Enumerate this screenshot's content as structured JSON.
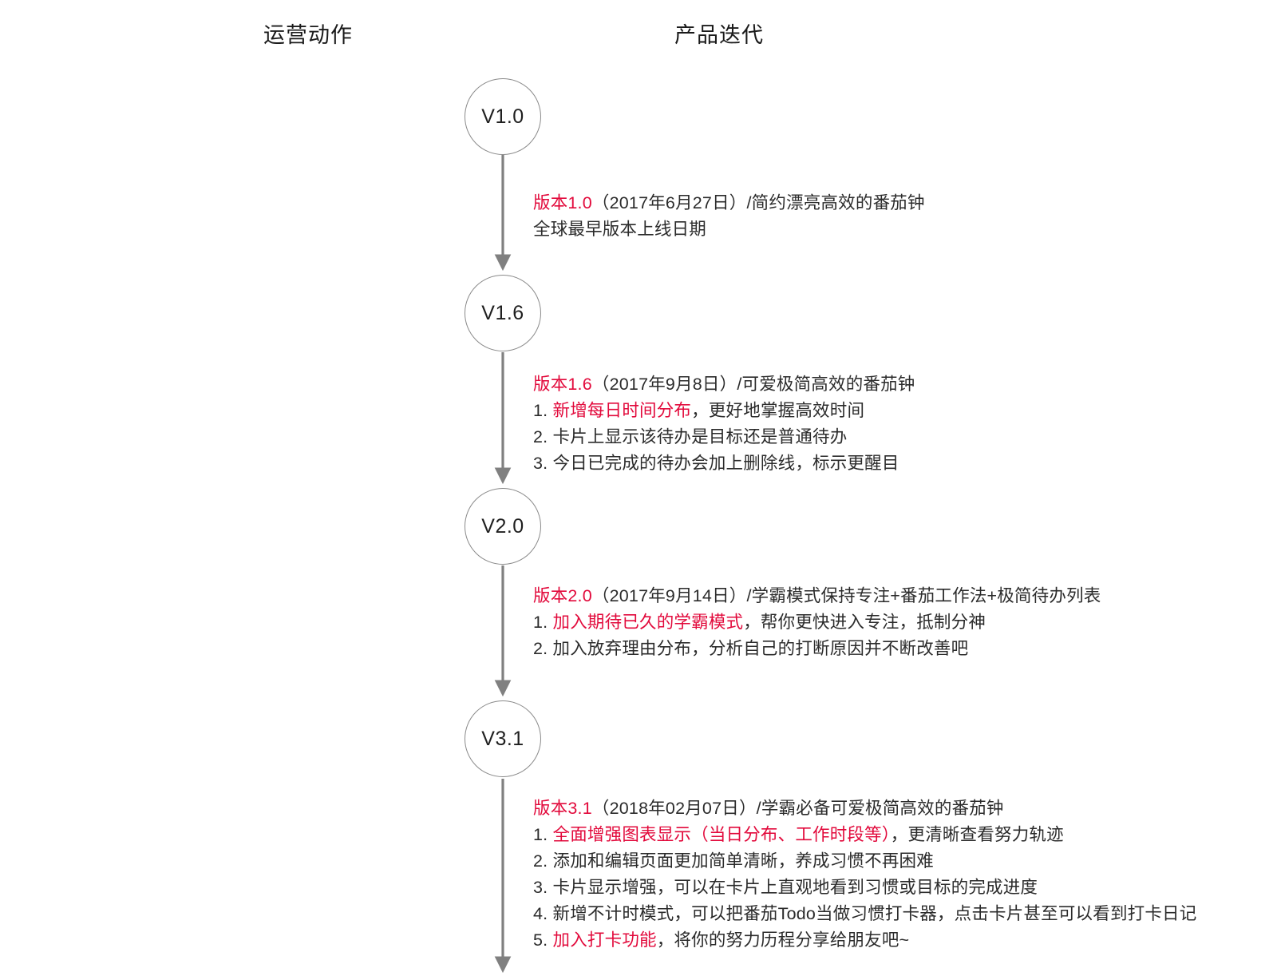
{
  "headers": {
    "operations": "运营动作",
    "product": "产品迭代"
  },
  "theme": {
    "highlight_color": "#e2093b",
    "text_color": "#2b2b2b",
    "node_border_color": "#8a8a8a",
    "arrow_color": "#808080",
    "background": "#ffffff"
  },
  "nodes": [
    {
      "label": "V1.0"
    },
    {
      "label": "V1.6"
    },
    {
      "label": "V2.0"
    },
    {
      "label": "V3.1"
    }
  ],
  "releases": [
    {
      "version": "V1.0",
      "title_highlight": "版本1.0",
      "title_rest": "（2017年6月27日）/简约漂亮高效的番茄钟",
      "items": [
        {
          "index": "",
          "highlight": "",
          "rest": "全球最早版本上线日期"
        }
      ]
    },
    {
      "version": "V1.6",
      "title_highlight": "版本1.6",
      "title_rest": "（2017年9月8日）/可爱极简高效的番茄钟",
      "items": [
        {
          "index": "1.",
          "highlight": "新增每日时间分布",
          "rest": "，更好地掌握高效时间"
        },
        {
          "index": "2.",
          "highlight": "",
          "rest": "卡片上显示该待办是目标还是普通待办"
        },
        {
          "index": "3.",
          "highlight": "",
          "rest": "今日已完成的待办会加上删除线，标示更醒目"
        }
      ]
    },
    {
      "version": "V2.0",
      "title_highlight": "版本2.0",
      "title_rest": "（2017年9月14日）/学霸模式保持专注+番茄工作法+极简待办列表",
      "items": [
        {
          "index": "1.",
          "highlight": "加入期待已久的学霸模式",
          "rest": "，帮你更快进入专注，抵制分神"
        },
        {
          "index": "2.",
          "highlight": "",
          "rest": "加入放弃理由分布，分析自己的打断原因并不断改善吧"
        }
      ]
    },
    {
      "version": "V3.1",
      "title_highlight": "版本3.1",
      "title_rest": "（2018年02月07日）/学霸必备可爱极简高效的番茄钟",
      "items": [
        {
          "index": "1.",
          "highlight": "全面增强图表显示（当日分布、工作时段等）",
          "rest": "，更清晰查看努力轨迹"
        },
        {
          "index": "2.",
          "highlight": "",
          "rest": "添加和编辑页面更加简单清晰，养成习惯不再困难"
        },
        {
          "index": "3.",
          "highlight": "",
          "rest": "卡片显示增强，可以在卡片上直观地看到习惯或目标的完成进度"
        },
        {
          "index": "4.",
          "highlight": "",
          "rest": "新增不计时模式，可以把番茄Todo当做习惯打卡器，点击卡片甚至可以看到打卡日记"
        },
        {
          "index": "5.",
          "highlight": "加入打卡功能",
          "rest": "，将你的努力历程分享给朋友吧~"
        }
      ]
    }
  ]
}
